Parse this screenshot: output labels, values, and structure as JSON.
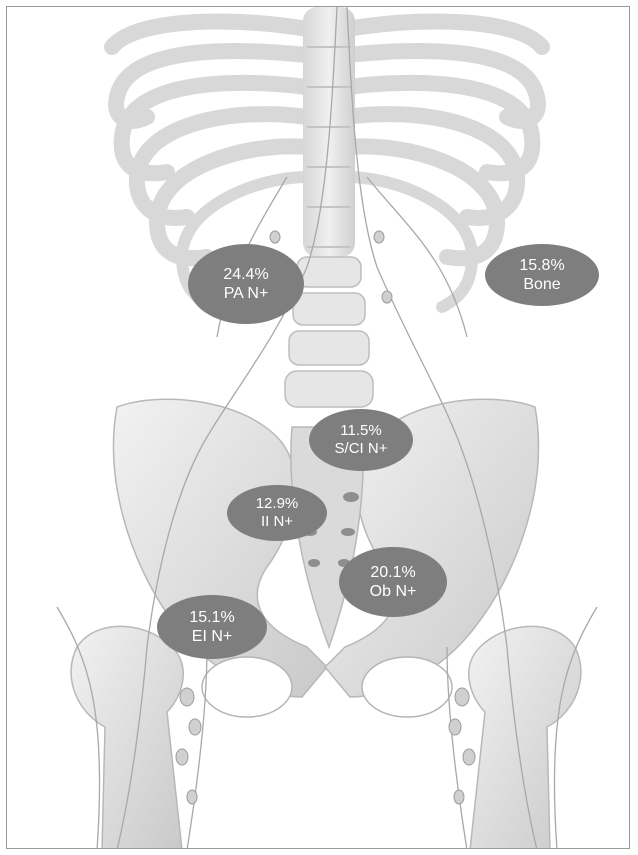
{
  "figure": {
    "background_color": "#ffffff",
    "bone_color": "#e2e2e2",
    "node_color": "#d0d0d0",
    "label_color": "#7e7e7e",
    "label_text_color": "#ffffff"
  },
  "labels": {
    "pa": {
      "percent": "24.4%",
      "site": "PA N+"
    },
    "bone": {
      "percent": "15.8%",
      "site": "Bone"
    },
    "sci": {
      "percent": "11.5%",
      "site": "S/CI N+"
    },
    "ii": {
      "percent": "12.9%",
      "site": "II N+"
    },
    "ob": {
      "percent": "20.1%",
      "site": "Ob N+"
    },
    "ei": {
      "percent": "15.1%",
      "site": "EI N+"
    }
  }
}
